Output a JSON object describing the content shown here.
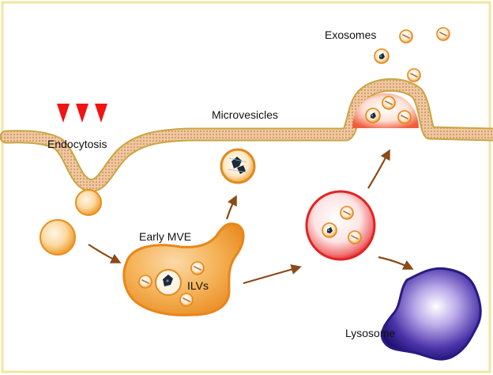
{
  "labels": {
    "exosomes": "Exosomes",
    "microvesicles": "Microvesicles",
    "endocytosis": "Endocytosis",
    "early_mve": "Early MVE",
    "ilvs": "ILVs",
    "lysosome": "Lysosome"
  },
  "colors": {
    "frame_border": "#f0e6a0",
    "membrane_gold": "#c9a642",
    "membrane_pink": "#f0c7a8",
    "vesicle_orange": "#f0a030",
    "mve_orange": "#ee8f1c",
    "late_mve_red": "#e53a3a",
    "lysosome_purple": "#33228a",
    "arrow_brown": "#8b4a18",
    "endocytosis_red": "#f01414"
  }
}
